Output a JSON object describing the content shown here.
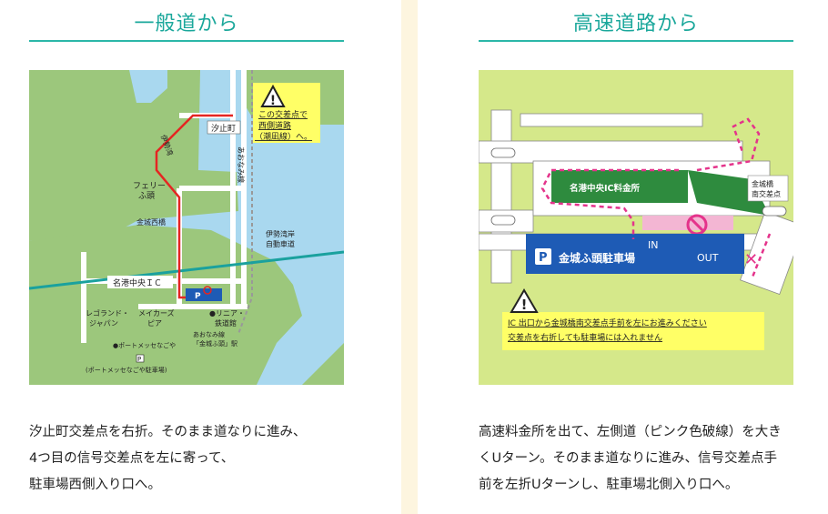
{
  "left": {
    "title": "一般道から",
    "map_labels": {
      "caution_lines": [
        "この交差点で",
        "西側道路",
        "（潮凪線）へ。"
      ],
      "shiodome": "汐止町",
      "aonami_line": "あおなみ線",
      "road_label": "伊勢湾",
      "ferry": [
        "フェリー",
        "ふ頭"
      ],
      "kinjo_bridge": "金城西橋",
      "isewangan": [
        "伊勢湾岸",
        "自動車道"
      ],
      "ic": "名港中央ＩＣ",
      "parking_symbol": "P",
      "legoland": [
        "レゴランド・",
        "ジャパン"
      ],
      "makers": [
        "メイカーズ",
        "ピア"
      ],
      "linear": [
        "●リニア・",
        "鉄道館"
      ],
      "station": [
        "あおなみ線",
        "「金城ふ頭」駅"
      ],
      "portmesse": "●ポートメッセなごや",
      "portmesse_parking_symbol": "P",
      "portmesse_parking": "(ポートメッセなごや駐車場)"
    },
    "description": [
      "汐止町交差点を右折。そのまま道なりに進み、",
      "4つ目の信号交差点を左に寄って、",
      "駐車場西側入り口へ。"
    ]
  },
  "right": {
    "title": "高速道路から",
    "map_labels": {
      "toll": "名港中央IC料金所",
      "kinjo_minami": [
        "金城橋",
        "南交差点"
      ],
      "in": "IN",
      "out": "OUT",
      "parking_symbol": "P",
      "parking_name": "金城ふ頭駐車場",
      "caution_lines": [
        "IC 出口から金城橋南交差点手前を左にお進みください",
        "交差点を右折しても駐車場には入れません"
      ]
    },
    "description": [
      "高速料金所を出て、左側道（ピンク色破線）を大き",
      "くUターン。そのまま道なりに進み、信号交差点手",
      "前を左折Uターンし、駐車場北側入り口へ。"
    ]
  },
  "colors": {
    "accent": "#1aa79b",
    "sea": "#a9d8ef",
    "land": "#9cc77c",
    "pink": "#e4338b",
    "parking_blue": "#1e5bb5",
    "caution_yellow": "#ffff66"
  }
}
